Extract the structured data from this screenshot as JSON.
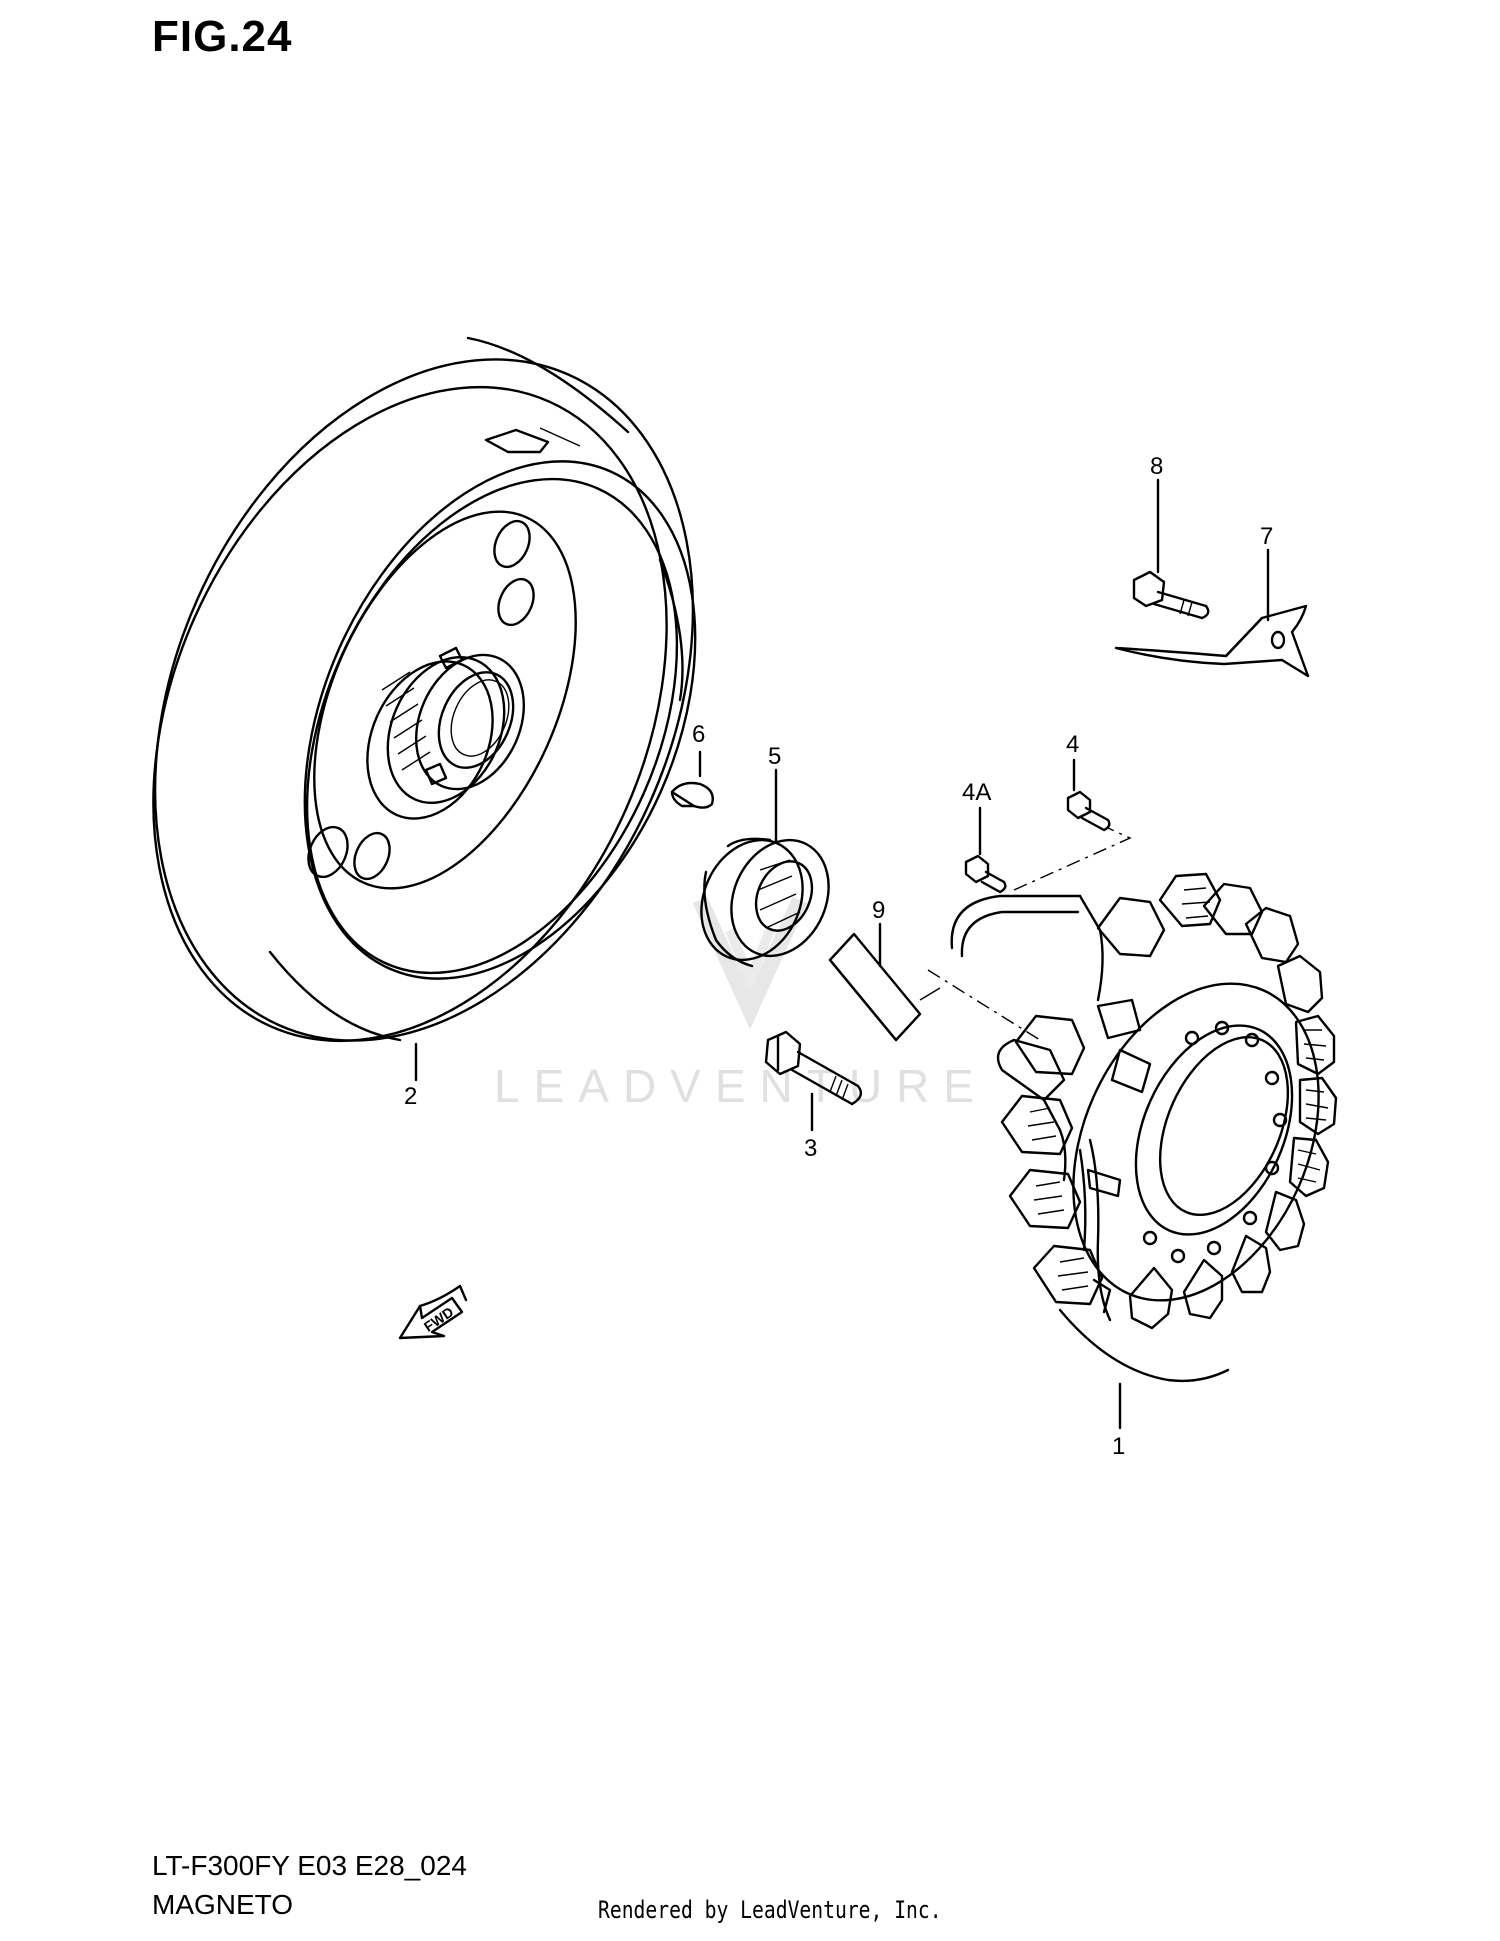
{
  "figure": {
    "title": "FIG.24",
    "model_code": "LT-F300FY E03 E28_024",
    "section_name": "MAGNETO",
    "credit": "Rendered by LeadVenture, Inc.",
    "watermark": "LEADVENTURE",
    "fwd_arrow_label": "FWD"
  },
  "callouts": [
    {
      "id": "1",
      "part": "stator-assembly"
    },
    {
      "id": "2",
      "part": "rotor-flywheel"
    },
    {
      "id": "3",
      "part": "rotor-bolt"
    },
    {
      "id": "4",
      "part": "stator-screw"
    },
    {
      "id": "4A",
      "part": "stator-screw-alt"
    },
    {
      "id": "5",
      "part": "starter-clutch-gear"
    },
    {
      "id": "6",
      "part": "woodruff-key"
    },
    {
      "id": "7",
      "part": "wire-clamp"
    },
    {
      "id": "8",
      "part": "clamp-bolt"
    },
    {
      "id": "9",
      "part": "label-pad"
    }
  ]
}
